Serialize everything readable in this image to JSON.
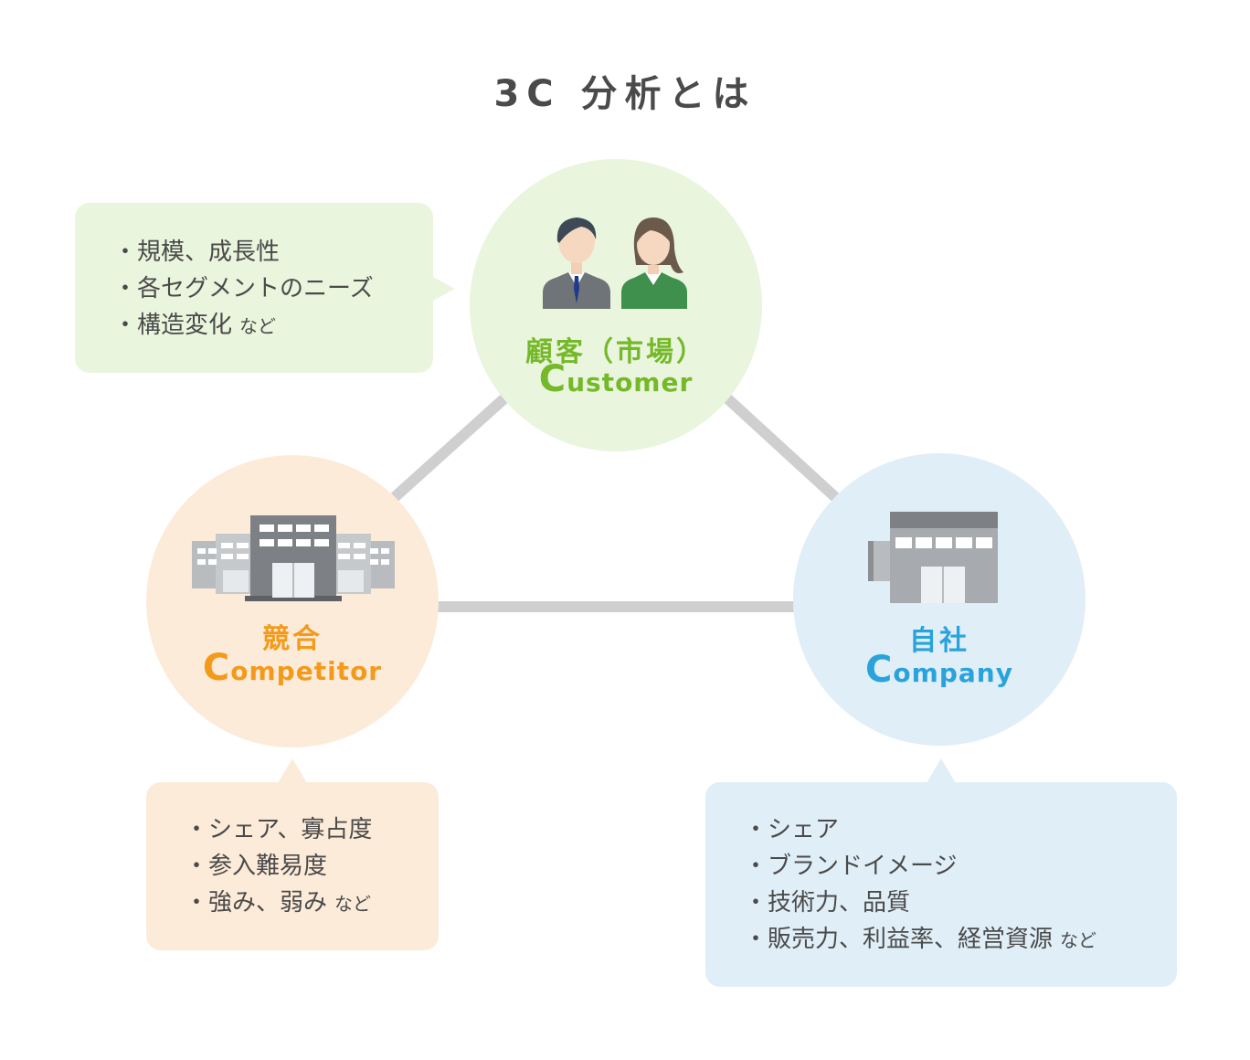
{
  "title": "3C 分析とは",
  "colors": {
    "customer": "#75b92a",
    "competitor": "#f39a1b",
    "company": "#2aa3dc",
    "connector": "#cfcfcf"
  },
  "customer": {
    "icon": "people-icon",
    "jp_label": "顧客（市場）",
    "en_initial": "C",
    "en_rest": "ustomer",
    "items": [
      "規模、成長性",
      "各セグメントのニーズ",
      "構造変化"
    ],
    "last_tail": "など"
  },
  "competitor": {
    "icon": "office-buildings-icon",
    "jp_label": "競合",
    "en_initial": "C",
    "en_rest": "ompetitor",
    "items": [
      "シェア、寡占度",
      "参入難易度",
      "強み、弱み"
    ],
    "last_tail": "など"
  },
  "company": {
    "icon": "store-building-icon",
    "jp_label": "自社",
    "en_initial": "C",
    "en_rest": "ompany",
    "items": [
      "シェア",
      "ブランドイメージ",
      "技術力、品質",
      "販売力、利益率、経営資源"
    ],
    "last_tail": "など"
  }
}
